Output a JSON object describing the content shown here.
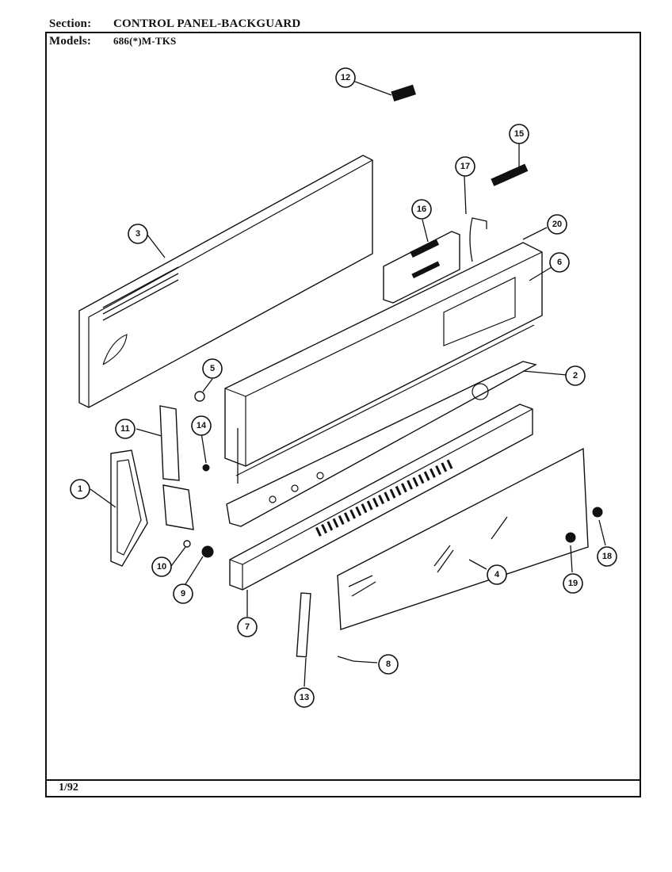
{
  "header": {
    "section_label": "Section:",
    "section_value": "CONTROL PANEL-BACKGUARD",
    "models_label": "Models:",
    "models_value": "686(*)M-TKS"
  },
  "footer": {
    "date": "1/92"
  },
  "callouts": [
    "1",
    "2",
    "3",
    "4",
    "5",
    "6",
    "7",
    "8",
    "9",
    "10",
    "11",
    "12",
    "13",
    "14",
    "15",
    "16",
    "17",
    "18",
    "19",
    "20"
  ]
}
